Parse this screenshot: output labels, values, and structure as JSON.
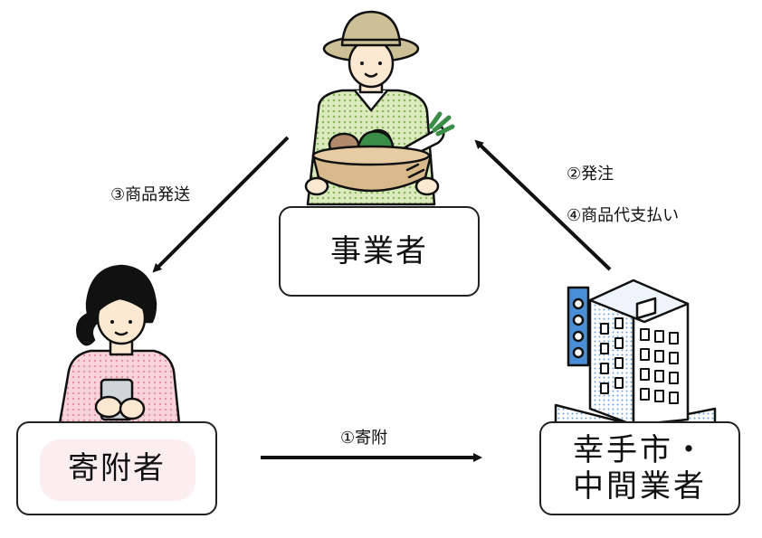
{
  "nodes": {
    "business": "事業者",
    "donor": "寄附者",
    "city_line1": "幸手市・",
    "city_line2": "中間業者"
  },
  "flows": {
    "ship": "③商品発送",
    "order": "②発注",
    "payment": "④商品代支払い",
    "donation": "①寄附"
  },
  "colors": {
    "line": "#111111",
    "shirt_green": "#cfe2a6",
    "shirt_pink": "#f6c4cd",
    "donor_box_bg": "#fbeef1",
    "building_accent": "#4a8fd6",
    "hat": "#cdbf96",
    "basket": "#d8b98c",
    "skin": "#fde9d2"
  }
}
